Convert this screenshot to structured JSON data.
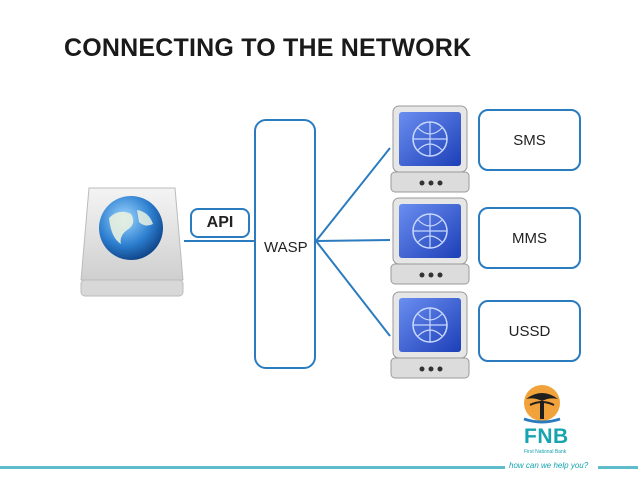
{
  "title": "CONNECTING TO THE NETWORK",
  "diagram": {
    "api_label": "API",
    "wasp_label": "WASP",
    "services": [
      "SMS",
      "MMS",
      "USSD"
    ]
  },
  "branding": {
    "logo_text": "FNB",
    "logo_subtext": "First National Bank",
    "tagline": "how can we help you?",
    "accent_color": "#17a4b0",
    "line_color": "#2b7bbf"
  }
}
